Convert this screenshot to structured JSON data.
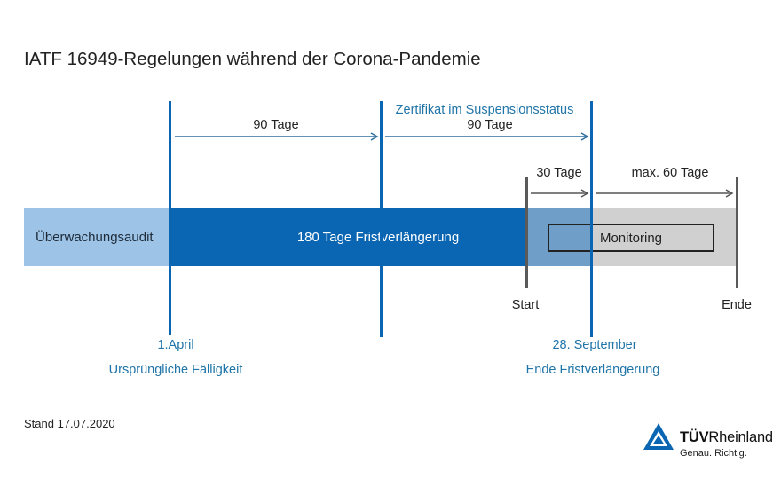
{
  "title": "IATF 16949-Regelungen während der Corona-Pandemie",
  "timeline": {
    "segment_ueberwachung": "Überwachungsaudit",
    "segment_frist": "180 Tage Fristverlängerung",
    "segment_monitoring": "Monitoring",
    "suspension_label": "Zertifikat im Suspensionsstatus",
    "span_90_first": "90 Tage",
    "span_90_second": "90 Tage",
    "span_30": "30 Tage",
    "span_max60": "max. 60 Tage",
    "marker_start": "Start",
    "marker_ende": "Ende",
    "date_april": "1.April",
    "desc_april": "Ursprüngliche Fälligkeit",
    "date_september": "28. September",
    "desc_september": "Ende Fristverlängerung"
  },
  "footer": {
    "stand": "Stand 17.07.2020",
    "logo_bold": "TÜV",
    "logo_rest": "Rheinland",
    "logo_tagline": "Genau. Richtig."
  },
  "colors": {
    "light_blue": "#9dc3e6",
    "dark_blue": "#0a66b2",
    "mid_blue": "#6f9ec9",
    "gray_bar": "#d0d0d0",
    "label_blue": "#1f74a8"
  }
}
